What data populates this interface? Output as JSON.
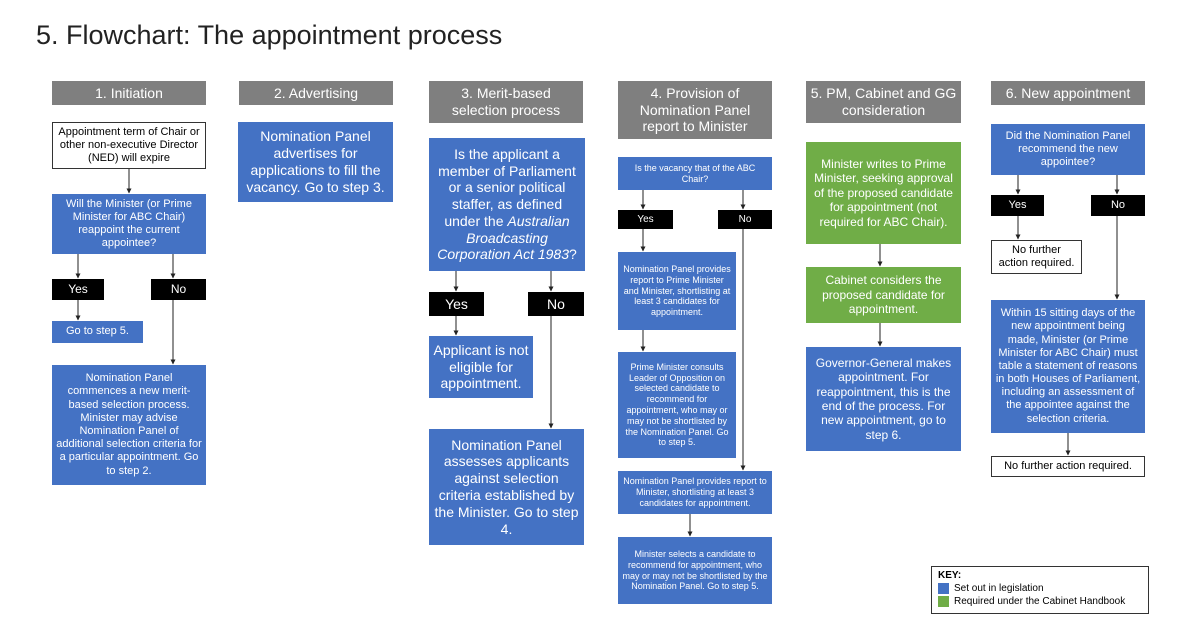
{
  "title": "5. Flowchart: The appointment process",
  "columns": [
    {
      "header": "1. Initiation"
    },
    {
      "header": "2. Advertising"
    },
    {
      "header": "3. Merit-based selection process"
    },
    {
      "header": "4. Provision of Nomination Panel report to Minister"
    },
    {
      "header": "5. PM, Cabinet and GG consideration"
    },
    {
      "header": "6. New appointment"
    }
  ],
  "col1": {
    "start": "Appointment term of Chair or other non-executive Director (NED) will expire",
    "question": "Will the Minister (or Prime Minister for ABC Chair) reappoint the current appointee?",
    "yes": "Yes",
    "no": "No",
    "yes_result": "Go to step 5.",
    "no_result": "Nomination Panel commences a new merit-based selection process. Minister may advise Nomination Panel of additional selection criteria for a particular appointment. Go to step 2."
  },
  "col2": {
    "step": "Nomination Panel advertises for applications to fill the vacancy. Go to step 3."
  },
  "col3": {
    "question_pre": "Is the applicant a member of Parliament or a senior political staffer, as defined under the ",
    "question_act": "Australian Broadcasting Corporation Act 1983",
    "question_post": "?",
    "yes": "Yes",
    "no": "No",
    "yes_result": "Applicant is not eligible for appointment.",
    "no_result": "Nomination Panel assesses applicants against selection criteria established by the Minister. Go to step 4."
  },
  "col4": {
    "question": "Is the vacancy that of the ABC Chair?",
    "yes": "Yes",
    "no": "No",
    "yes_step1": "Nomination Panel provides report to Prime Minister and Minister, shortlisting at least 3 candidates for appointment.",
    "yes_step2": "Prime Minister consults Leader of Opposition on selected candidate to recommend for appointment, who may or may not be shortlisted by the Nomination Panel. Go to step 5.",
    "no_step1": "Nomination Panel provides report to Minister, shortlisting at least 3 candidates for appointment.",
    "no_step2": "Minister selects a candidate to recommend for appointment, who may or may not be shortlisted by the Nomination Panel. Go to step 5."
  },
  "col5": {
    "step1": "Minister writes to Prime Minister, seeking approval of the proposed candidate for appointment (not required for ABC Chair).",
    "step2": "Cabinet considers the proposed candidate for appointment.",
    "step3": "Governor-General makes appointment. For reappointment, this is the end of the process. For new appointment, go to step 6."
  },
  "col6": {
    "question": "Did the Nomination Panel recommend the new appointee?",
    "yes": "Yes",
    "no": "No",
    "yes_result": "No further action required.",
    "no_step": "Within 15 sitting days of the new appointment being made, Minister (or Prime Minister for ABC Chair) must table a statement of reasons in both Houses of Parliament, including an assessment of the appointee against the selection criteria.",
    "no_result": "No further action required."
  },
  "key": {
    "title": "KEY:",
    "items": [
      {
        "label": "Set out in legislation",
        "color": "#4472c4"
      },
      {
        "label": "Required under the Cabinet Handbook",
        "color": "#70ad47"
      }
    ]
  },
  "colors": {
    "header": "#7f7f7f",
    "legislation": "#4472c4",
    "cabinet": "#70ad47"
  }
}
